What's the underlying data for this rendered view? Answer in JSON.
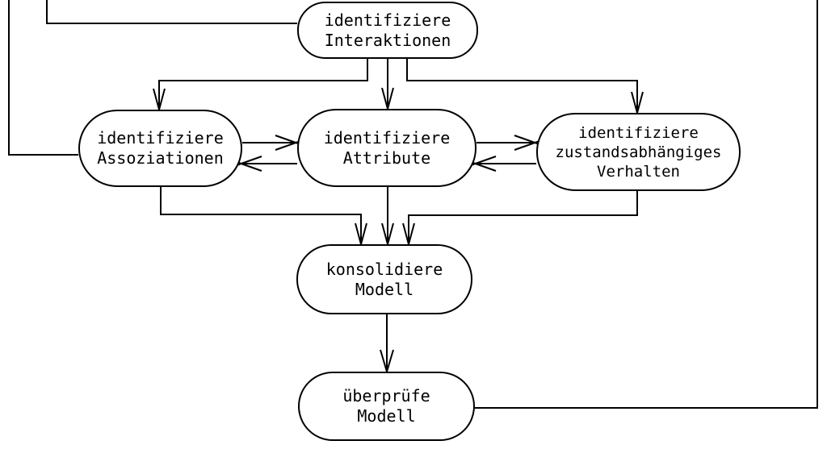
{
  "diagram": {
    "kind": "flowchart",
    "language": "de",
    "colors": {
      "stroke": "#000000",
      "node_fill": "#ffffff",
      "background": "#ffffff"
    },
    "nodes": {
      "interaktionen": {
        "label": "identifiziere\nInteraktionen"
      },
      "assoziationen": {
        "label": "identifiziere\nAssoziationen"
      },
      "attribute": {
        "label": "identifiziere\nAttribute"
      },
      "verhalten": {
        "label": "identifiziere\nzustandsabhängiges\nVerhalten"
      },
      "konsolidiere": {
        "label": "konsolidiere\nModell"
      },
      "ueberpruefe": {
        "label": "überprüfe\nModell"
      }
    },
    "edges": [
      {
        "from": "offscreen-top",
        "to": "identifiziere Assoziationen",
        "arrow": false
      },
      {
        "from": "offscreen-top",
        "to": "identifiziere Interaktionen",
        "arrow": false
      },
      {
        "from": "identifiziere Interaktionen",
        "to": "identifiziere Assoziationen",
        "arrow": true
      },
      {
        "from": "identifiziere Interaktionen",
        "to": "identifiziere Attribute",
        "arrow": true
      },
      {
        "from": "identifiziere Interaktionen",
        "to": "identifiziere zustandsabhängiges Verhalten",
        "arrow": true
      },
      {
        "from": "identifiziere Assoziationen",
        "to": "identifiziere Attribute",
        "arrow": true
      },
      {
        "from": "identifiziere Attribute",
        "to": "identifiziere Assoziationen",
        "arrow": true
      },
      {
        "from": "identifiziere Attribute",
        "to": "identifiziere zustandsabhängiges Verhalten",
        "arrow": true
      },
      {
        "from": "identifiziere zustandsabhängiges Verhalten",
        "to": "identifiziere Attribute",
        "arrow": true
      },
      {
        "from": "identifiziere Assoziationen",
        "to": "konsolidiere Modell",
        "arrow": true
      },
      {
        "from": "identifiziere Attribute",
        "to": "konsolidiere Modell",
        "arrow": true
      },
      {
        "from": "identifiziere zustandsabhängiges Verhalten",
        "to": "konsolidiere Modell",
        "arrow": true
      },
      {
        "from": "konsolidiere Modell",
        "to": "überprüfe Modell",
        "arrow": true
      },
      {
        "from": "überprüfe Modell",
        "to": "offscreen-top-right",
        "arrow": false
      }
    ]
  }
}
